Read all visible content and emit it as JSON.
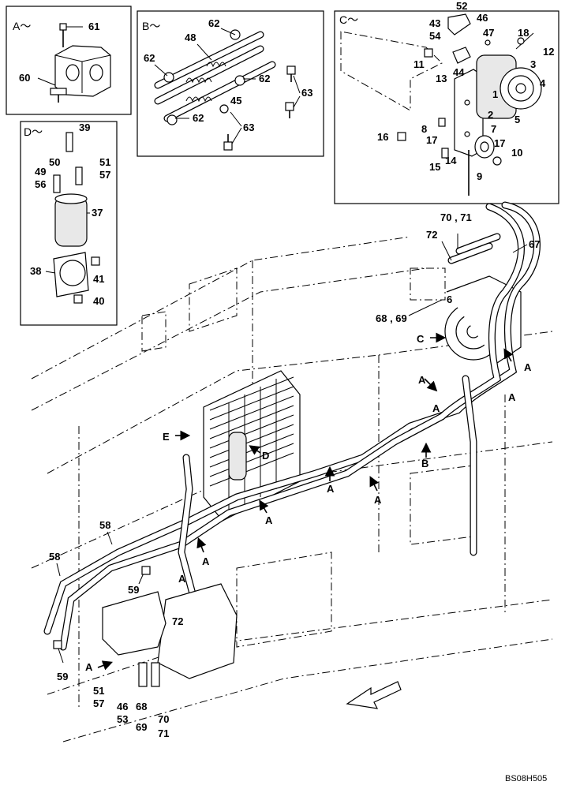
{
  "panels": {
    "A": {
      "header": "A～",
      "labels": [
        "61",
        "60"
      ]
    },
    "B": {
      "header": "B～",
      "labels": [
        "62",
        "48",
        "62",
        "62",
        "45",
        "63",
        "62",
        "63"
      ]
    },
    "C": {
      "header": "C～",
      "labels": [
        "52",
        "46",
        "43",
        "47",
        "54",
        "18",
        "11",
        "44",
        "12",
        "3",
        "13",
        "4",
        "1",
        "2",
        "5",
        "8",
        "16",
        "17",
        "7",
        "17",
        "10",
        "15",
        "14",
        "9"
      ]
    },
    "D": {
      "header": "D～",
      "labels": [
        "39",
        "50",
        "51",
        "49",
        "57",
        "56",
        "37",
        "38",
        "41",
        "40"
      ]
    }
  },
  "main_labels": [
    "70 , 71",
    "72",
    "67",
    "6",
    "68 , 69",
    "58",
    "58",
    "59",
    "72",
    "59",
    "51",
    "57",
    "46",
    "53",
    "68",
    "69",
    "70",
    "71"
  ],
  "view_markers": [
    "C",
    "E",
    "D",
    "A",
    "A",
    "A",
    "A",
    "B",
    "A",
    "A",
    "A",
    "A",
    "A",
    "A"
  ],
  "drawing_code": "BS08H505"
}
